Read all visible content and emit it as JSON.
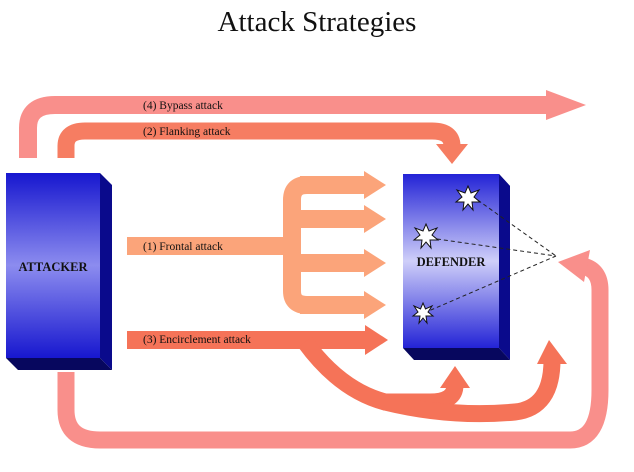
{
  "title": "Attack Strategies",
  "attacker_label": "ATTACKER",
  "defender_label": "DEFENDER",
  "strategies": {
    "bypass": "(4) Bypass attack",
    "flanking": "(2) Flanking attack",
    "frontal": "(1) Frontal attack",
    "encirclement": "(3) Encirclement attack"
  },
  "colors": {
    "bypass": "#f98f8b",
    "flanking": "#f67d62",
    "frontal": "#fba47a",
    "encirclement": "#f57358",
    "box_gradient_dark": "#1414cc",
    "box_gradient_light": "#d4d4fb"
  }
}
